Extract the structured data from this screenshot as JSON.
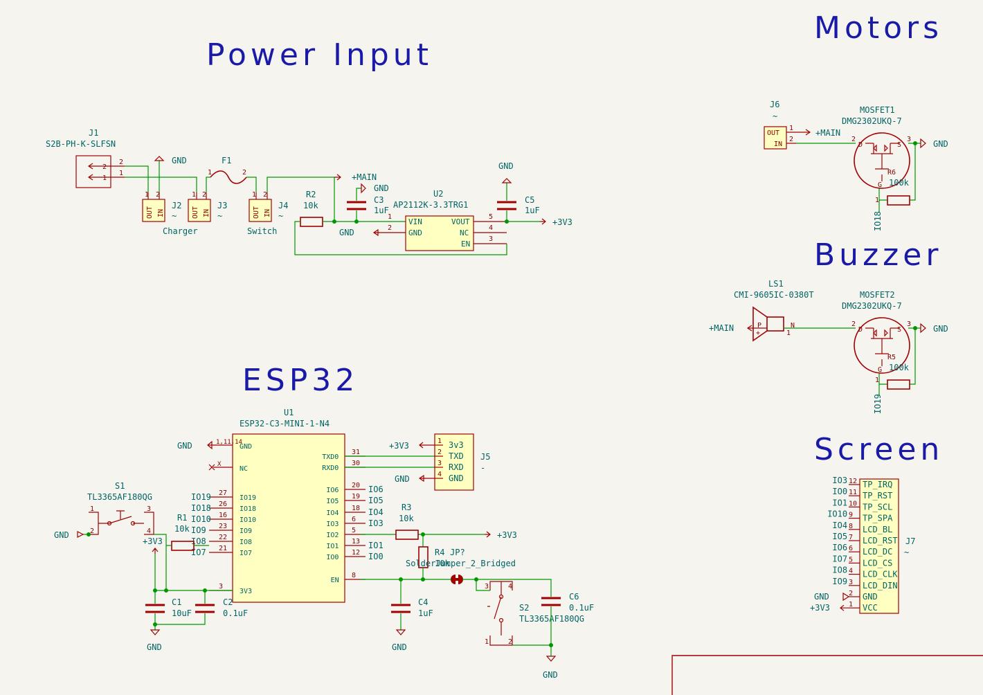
{
  "titles": {
    "power": "Power Input",
    "motors": "Motors",
    "buzzer": "Buzzer",
    "esp32": "ESP32",
    "screen": "Screen"
  },
  "j1": {
    "ref": "J1",
    "value": "S2B-PH-K-SLFSN",
    "pins": [
      "2",
      "1"
    ]
  },
  "j2": {
    "ref": "J2",
    "value": "~",
    "label": "Charger",
    "pin_out": "OUT",
    "pin_in": "IN",
    "pins": [
      "1",
      "2"
    ]
  },
  "j3": {
    "ref": "J3",
    "value": "~",
    "pin_out": "OUT",
    "pin_in": "IN",
    "pins": [
      "1",
      "2"
    ]
  },
  "j4": {
    "ref": "J4",
    "value": "~",
    "label": "Switch",
    "pin_out": "OUT",
    "pin_in": "IN",
    "pins": [
      "1",
      "2"
    ]
  },
  "f1": {
    "ref": "F1",
    "pins": [
      "1",
      "2"
    ]
  },
  "r2": {
    "ref": "R2",
    "value": "10k"
  },
  "c3": {
    "ref": "C3",
    "value": "1uF"
  },
  "c5": {
    "ref": "C5",
    "value": "1uF"
  },
  "u2": {
    "ref": "U2",
    "value": "AP2112K-3.3TRG1",
    "pins": [
      {
        "num": "1",
        "name": "VIN"
      },
      {
        "num": "2",
        "name": "GND"
      },
      {
        "num": "5",
        "name": "VOUT"
      },
      {
        "num": "4",
        "name": "NC"
      },
      {
        "num": "3",
        "name": "EN"
      }
    ]
  },
  "nets": {
    "gnd": "GND",
    "main": "+MAIN",
    "v33": "+3V3"
  },
  "motors": {
    "j6": {
      "ref": "J6",
      "value": "~",
      "pin_out": "OUT",
      "pin_in": "IN",
      "pins": [
        "1",
        "2"
      ]
    },
    "q": {
      "ref": "MOSFET1",
      "value": "DMG2302UKQ-7",
      "pins": [
        "2",
        "3",
        "1"
      ],
      "d": "D",
      "s": "S",
      "g": "G"
    },
    "r": {
      "ref": "R6",
      "value": "100k"
    },
    "gate_net": "IO18"
  },
  "buzzer": {
    "ls": {
      "ref": "LS1",
      "value": "CMI-9605IC-0380T",
      "p": "P",
      "n": "N",
      "plus": "+",
      "one": "1"
    },
    "q": {
      "ref": "MOSFET2",
      "value": "DMG2302UKQ-7",
      "pins": [
        "2",
        "3",
        "1"
      ],
      "d": "D",
      "s": "S",
      "g": "G"
    },
    "r": {
      "ref": "R5",
      "value": "100k"
    },
    "gate_net": "IO19"
  },
  "esp": {
    "ref": "U1",
    "value": "ESP32-C3-MINI-1-N4",
    "gnd_pins": "1,11,14",
    "nc_pins": "X",
    "left_pins": [
      {
        "name": "GND",
        "num": ""
      },
      {
        "name": "NC",
        "num": ""
      },
      {
        "name": "IO19",
        "num": "27"
      },
      {
        "name": "IO18",
        "num": "26"
      },
      {
        "name": "IO10",
        "num": "16"
      },
      {
        "name": "IO9",
        "num": "23"
      },
      {
        "name": "IO8",
        "num": "22"
      },
      {
        "name": "IO7",
        "num": "21"
      },
      {
        "name": "3V3",
        "num": "3"
      }
    ],
    "right_pins": [
      {
        "name": "TXD0",
        "num": "31",
        "net": ""
      },
      {
        "name": "RXD0",
        "num": "30",
        "net": ""
      },
      {
        "name": "IO6",
        "num": "20",
        "net": "IO6"
      },
      {
        "name": "IO5",
        "num": "19",
        "net": "IO5"
      },
      {
        "name": "IO4",
        "num": "18",
        "net": "IO4"
      },
      {
        "name": "IO3",
        "num": "6",
        "net": "IO3"
      },
      {
        "name": "IO2",
        "num": "5",
        "net": ""
      },
      {
        "name": "IO1",
        "num": "13",
        "net": "IO1"
      },
      {
        "name": "IO0",
        "num": "12",
        "net": "IO0"
      },
      {
        "name": "EN",
        "num": "8",
        "net": ""
      }
    ],
    "left_nets": [
      "IO19",
      "IO18",
      "IO10",
      "IO9",
      "IO8",
      "IO7"
    ]
  },
  "j5": {
    "ref": "J5",
    "value": "-",
    "pins": [
      {
        "num": "1",
        "name": "3v3"
      },
      {
        "num": "2",
        "name": "TXD"
      },
      {
        "num": "3",
        "name": "RXD"
      },
      {
        "num": "4",
        "name": "GND"
      }
    ]
  },
  "s1": {
    "ref": "S1",
    "value": "TL3365AF180QG",
    "pins": [
      "1",
      "2",
      "3",
      "4"
    ]
  },
  "r1": {
    "ref": "R1",
    "value": "10k"
  },
  "c1": {
    "ref": "C1",
    "value": "10uF"
  },
  "c2": {
    "ref": "C2",
    "value": "0.1uF"
  },
  "r3": {
    "ref": "R3",
    "value": "10k"
  },
  "r4": {
    "ref": "R4",
    "value": "10k"
  },
  "jp": {
    "ref": "JP?",
    "value": "SolderJumper_2_Bridged"
  },
  "c4": {
    "ref": "C4",
    "value": "1uF"
  },
  "c6": {
    "ref": "C6",
    "value": "0.1uF"
  },
  "s2": {
    "ref": "S2",
    "value": "TL3365AF180QG",
    "pins": [
      "3",
      "4",
      "1",
      "2"
    ]
  },
  "j7": {
    "ref": "J7",
    "value": "~",
    "pins": [
      {
        "num": "12",
        "name": "TP_IRQ",
        "net": "IO3"
      },
      {
        "num": "11",
        "name": "TP_RST",
        "net": "IO0"
      },
      {
        "num": "10",
        "name": "TP_SCL",
        "net": "IO1"
      },
      {
        "num": "9",
        "name": "TP_SPA",
        "net": "IO10"
      },
      {
        "num": "8",
        "name": "LCD_BL",
        "net": "IO4"
      },
      {
        "num": "7",
        "name": "LCD_RST",
        "net": "IO5"
      },
      {
        "num": "6",
        "name": "LCD_DC",
        "net": "IO6"
      },
      {
        "num": "5",
        "name": "LCD_CS",
        "net": "IO7"
      },
      {
        "num": "4",
        "name": "LCD_CLK",
        "net": "IO8"
      },
      {
        "num": "3",
        "name": "LCD_DIN",
        "net": "IO9"
      },
      {
        "num": "2",
        "name": "GND",
        "net": "GND"
      },
      {
        "num": "1",
        "name": "VCC",
        "net": "+3V3"
      }
    ]
  }
}
